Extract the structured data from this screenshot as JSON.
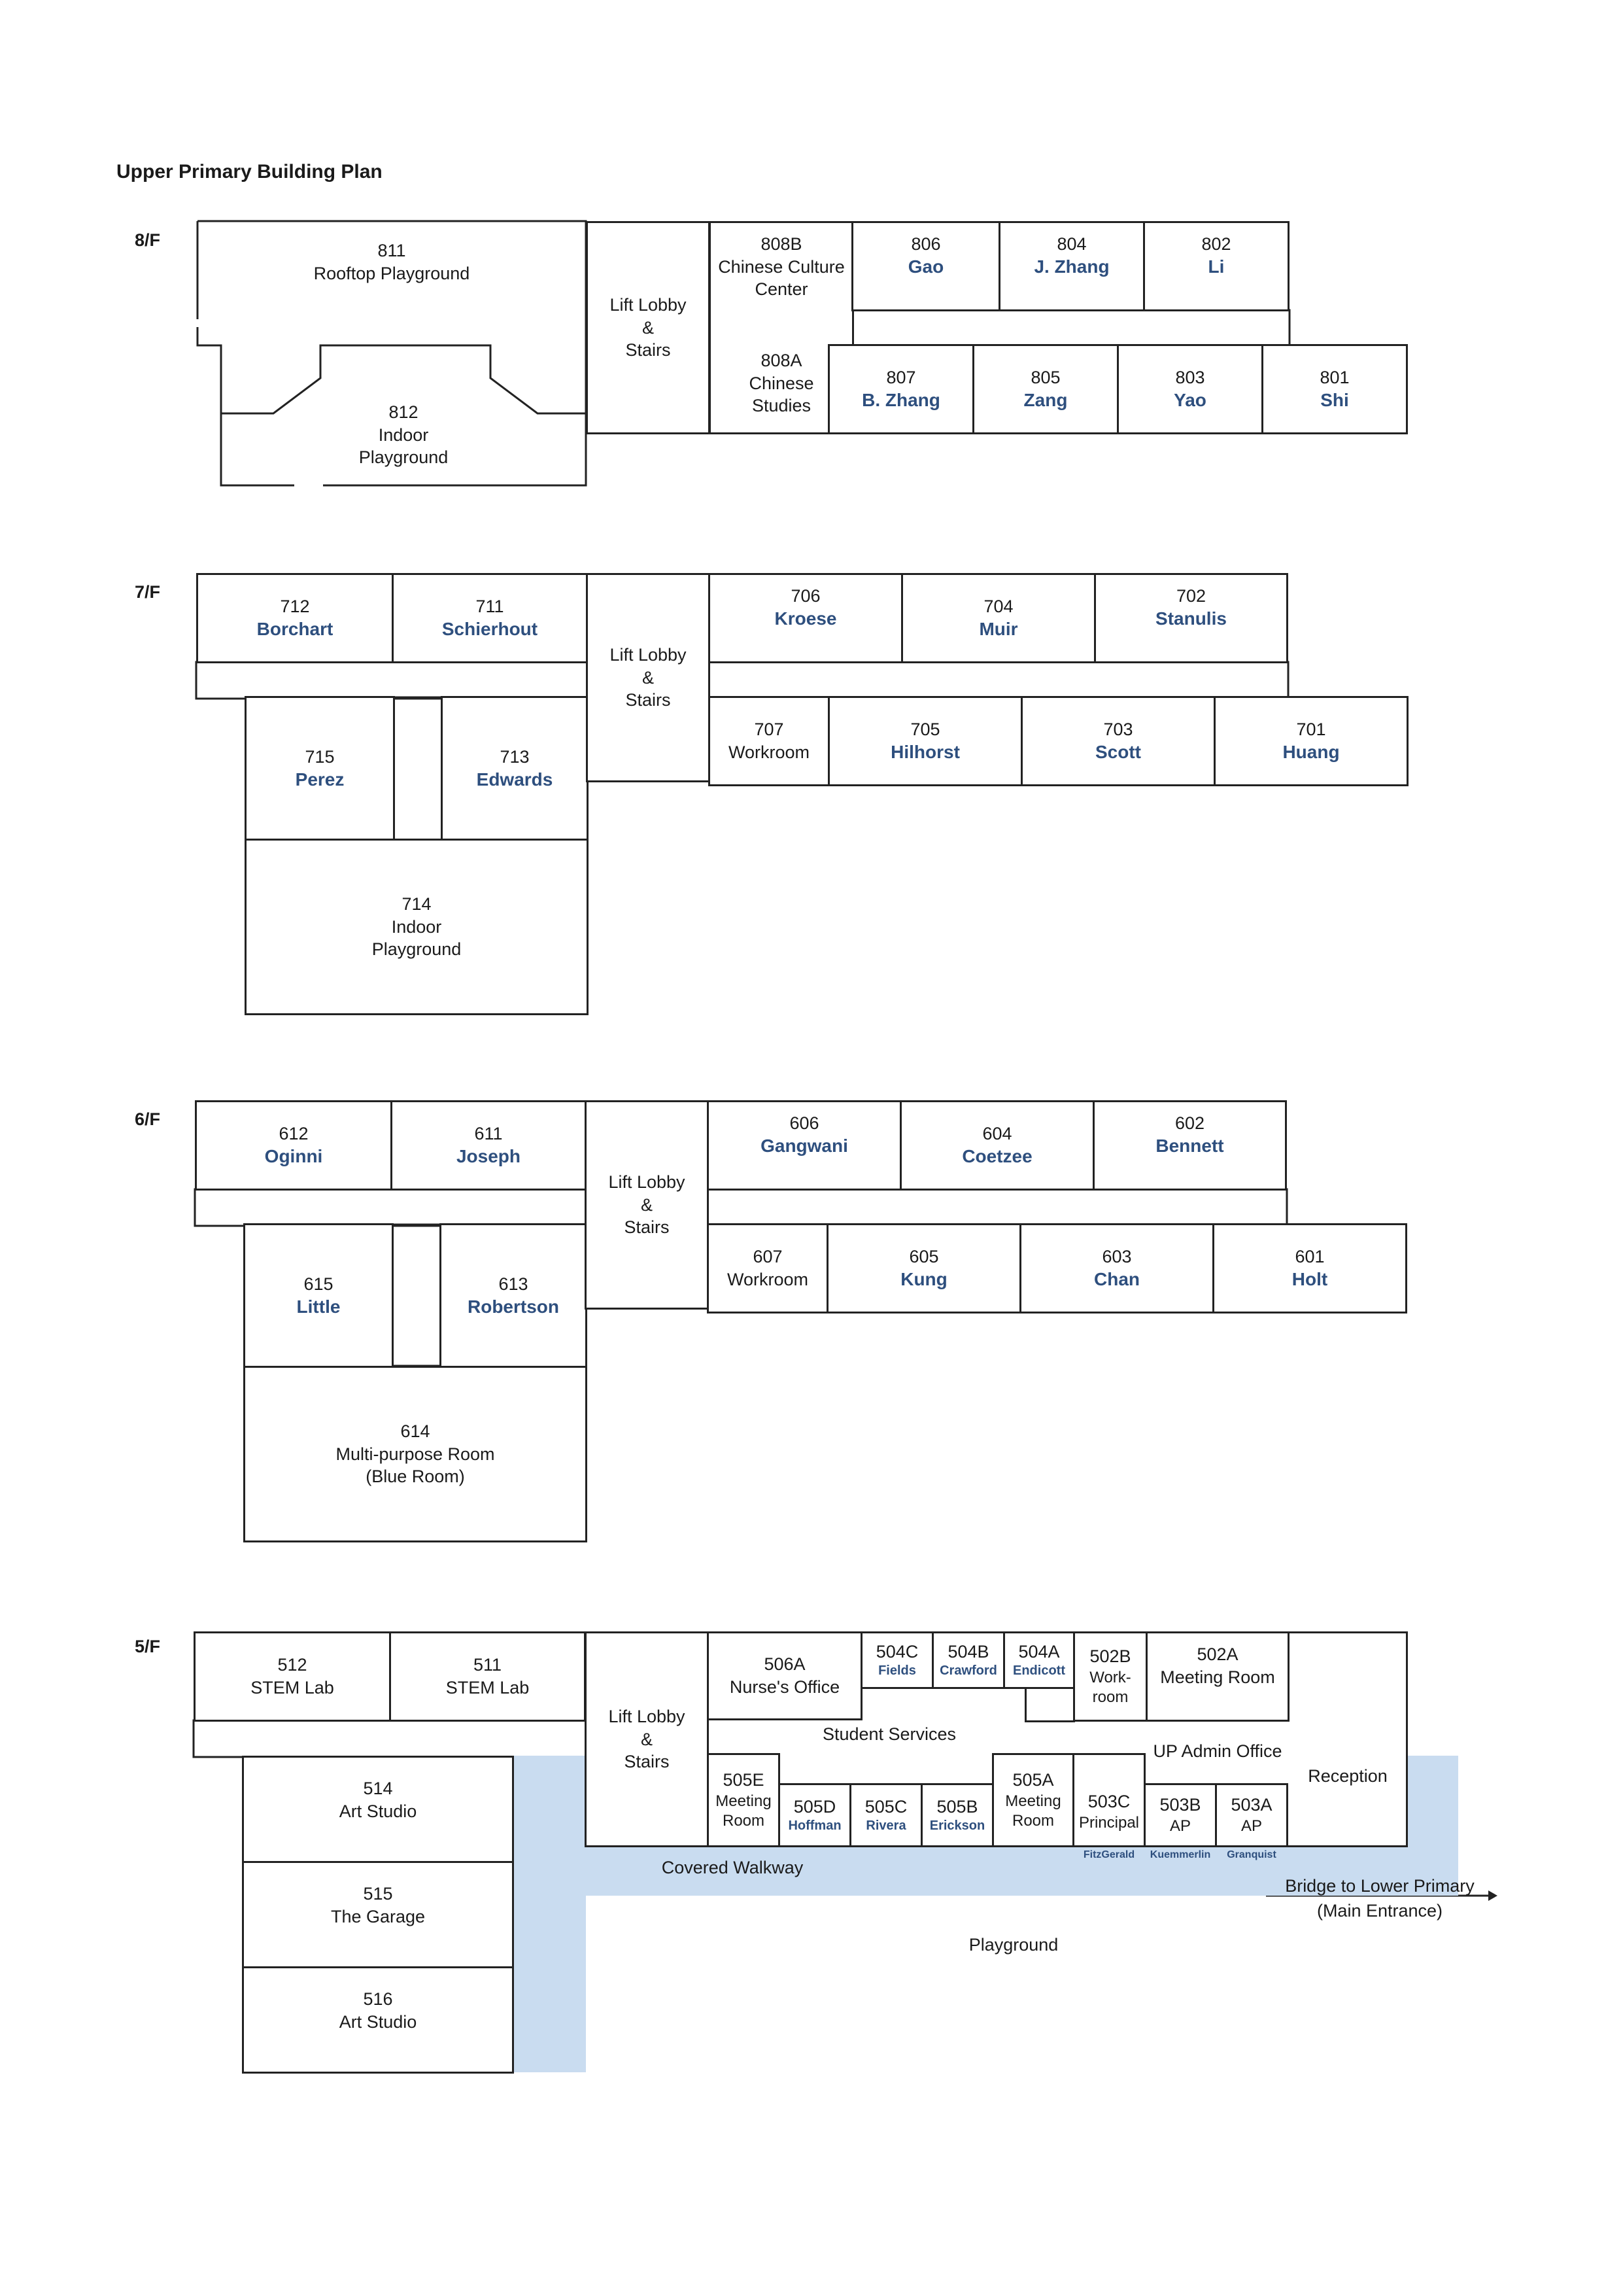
{
  "title": "Upper Primary Building Plan",
  "colors": {
    "walkway": "#c9dcf0",
    "teacher_text": "#2e4f7e",
    "walls": "#222222"
  },
  "floors": {
    "f8": {
      "label": "8/F",
      "r811": {
        "num": "811",
        "name": "Rooftop Playground"
      },
      "r812": {
        "num": "812",
        "name1": "Indoor",
        "name2": "Playground"
      },
      "lift": {
        "l1": "Lift Lobby",
        "l2": "&",
        "l3": "Stairs"
      },
      "r808b": {
        "num": "808B",
        "name1": "Chinese Culture",
        "name2": "Center"
      },
      "r808a": {
        "num": "808A",
        "name1": "Chinese",
        "name2": "Studies"
      },
      "r806": {
        "num": "806",
        "teacher": "Gao"
      },
      "r804": {
        "num": "804",
        "teacher": "J. Zhang"
      },
      "r802": {
        "num": "802",
        "teacher": "Li"
      },
      "r807": {
        "num": "807",
        "teacher": "B. Zhang"
      },
      "r805": {
        "num": "805",
        "teacher": "Zang"
      },
      "r803": {
        "num": "803",
        "teacher": "Yao"
      },
      "r801": {
        "num": "801",
        "teacher": "Shi"
      }
    },
    "f7": {
      "label": "7/F",
      "r712": {
        "num": "712",
        "teacher": "Borchart"
      },
      "r711": {
        "num": "711",
        "teacher": "Schierhout"
      },
      "r715": {
        "num": "715",
        "teacher": "Perez"
      },
      "r713": {
        "num": "713",
        "teacher": "Edwards"
      },
      "r714": {
        "num": "714",
        "name1": "Indoor",
        "name2": "Playground"
      },
      "lift": {
        "l1": "Lift Lobby",
        "l2": "&",
        "l3": "Stairs"
      },
      "r706": {
        "num": "706",
        "teacher": "Kroese"
      },
      "r704": {
        "num": "704",
        "teacher": "Muir"
      },
      "r702": {
        "num": "702",
        "teacher": "Stanulis"
      },
      "r707": {
        "num": "707",
        "name": "Workroom"
      },
      "r705": {
        "num": "705",
        "teacher": "Hilhorst"
      },
      "r703": {
        "num": "703",
        "teacher": "Scott"
      },
      "r701": {
        "num": "701",
        "teacher": "Huang"
      }
    },
    "f6": {
      "label": "6/F",
      "r612": {
        "num": "612",
        "teacher": "Oginni"
      },
      "r611": {
        "num": "611",
        "teacher": "Joseph"
      },
      "r615": {
        "num": "615",
        "teacher": "Little"
      },
      "r613": {
        "num": "613",
        "teacher": "Robertson"
      },
      "r614": {
        "num": "614",
        "name1": "Multi-purpose Room",
        "name2": "(Blue Room)"
      },
      "lift": {
        "l1": "Lift Lobby",
        "l2": "&",
        "l3": "Stairs"
      },
      "r606": {
        "num": "606",
        "teacher": "Gangwani"
      },
      "r604": {
        "num": "604",
        "teacher": "Coetzee"
      },
      "r602": {
        "num": "602",
        "teacher": "Bennett"
      },
      "r607": {
        "num": "607",
        "name": "Workroom"
      },
      "r605": {
        "num": "605",
        "teacher": "Kung"
      },
      "r603": {
        "num": "603",
        "teacher": "Chan"
      },
      "r601": {
        "num": "601",
        "teacher": "Holt"
      }
    },
    "f5": {
      "label": "5/F",
      "r512": {
        "num": "512",
        "name": "STEM Lab"
      },
      "r511": {
        "num": "511",
        "name": "STEM Lab"
      },
      "r514": {
        "num": "514",
        "name": "Art Studio"
      },
      "r515": {
        "num": "515",
        "name": "The Garage"
      },
      "r516": {
        "num": "516",
        "name": "Art Studio"
      },
      "lift": {
        "l1": "Lift Lobby",
        "l2": "&",
        "l3": "Stairs"
      },
      "r506a": {
        "num": "506A",
        "name": "Nurse's Office"
      },
      "r504c": {
        "num": "504C",
        "teacher": "Fields"
      },
      "r504b": {
        "num": "504B",
        "teacher": "Crawford"
      },
      "r504a": {
        "num": "504A",
        "teacher": "Endicott"
      },
      "r502b": {
        "num": "502B",
        "name1": "Work-",
        "name2": "room"
      },
      "r502a": {
        "num": "502A",
        "name": "Meeting Room"
      },
      "student_services": "Student Services",
      "admin_office": "UP Admin Office",
      "r505e": {
        "num": "505E",
        "name1": "Meeting",
        "name2": "Room"
      },
      "r505d": {
        "num": "505D",
        "teacher": "Hoffman"
      },
      "r505c": {
        "num": "505C",
        "teacher": "Rivera"
      },
      "r505b": {
        "num": "505B",
        "teacher": "Erickson"
      },
      "r505a": {
        "num": "505A",
        "name1": "Meeting",
        "name2": "Room"
      },
      "r503c": {
        "num": "503C",
        "name": "Principal",
        "teacher": "FitzGerald"
      },
      "r503b": {
        "num": "503B",
        "name": "AP",
        "teacher": "Kuemmerlin"
      },
      "r503a": {
        "num": "503A",
        "name": "AP",
        "teacher": "Granquist"
      },
      "reception": "Reception",
      "covered_walkway": "Covered Walkway",
      "bridge1": "Bridge to Lower Primary",
      "bridge2": "(Main Entrance)",
      "playground": "Playground"
    }
  }
}
